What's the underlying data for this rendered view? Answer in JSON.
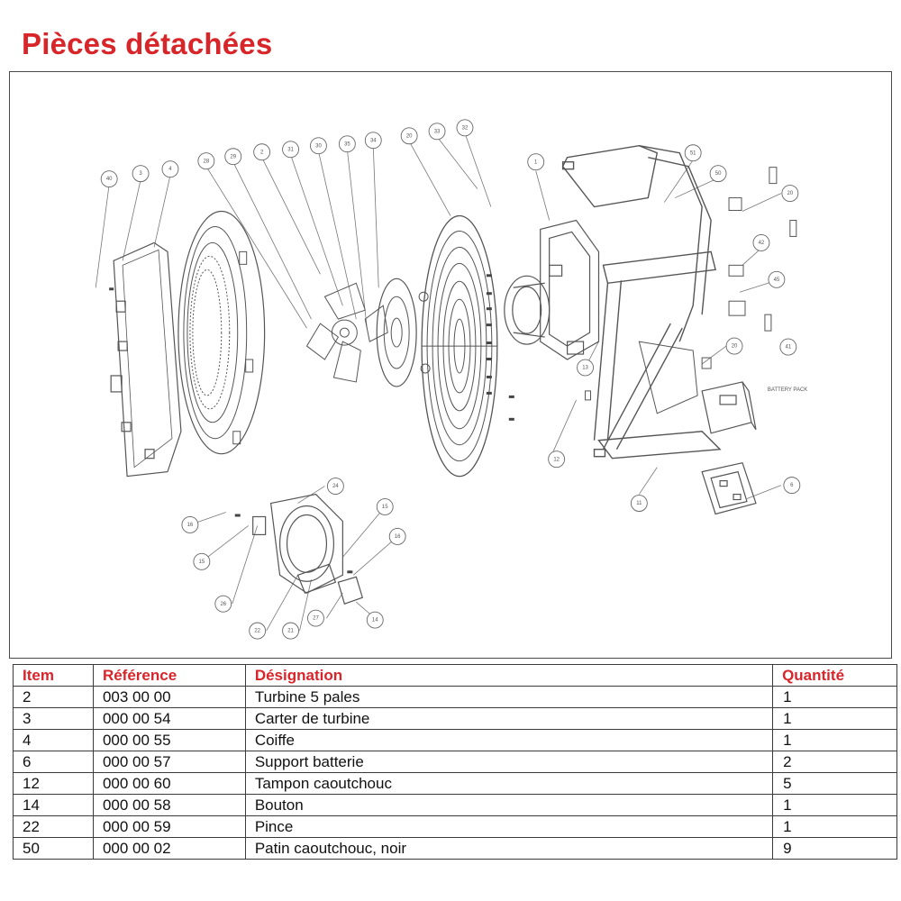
{
  "page": {
    "title": "Pièces détachées"
  },
  "diagram": {
    "callouts": [
      "40",
      "3",
      "4",
      "28",
      "29",
      "2",
      "31",
      "30",
      "35",
      "34",
      "20",
      "33",
      "32",
      "1",
      "51",
      "50",
      "20",
      "42",
      "45",
      "20",
      "41",
      "12",
      "13",
      "11",
      "6",
      "24",
      "15",
      "16",
      "16",
      "15",
      "26",
      "22",
      "21",
      "27",
      "14"
    ],
    "labels": {
      "battery_pack": "BATTERY PACK"
    }
  },
  "table": {
    "headers": {
      "item": "Item",
      "reference": "Référence",
      "designation": "Désignation",
      "quantity": "Quantité"
    },
    "rows": [
      {
        "item": "2",
        "reference": "003 00 00",
        "designation": "Turbine 5 pales",
        "quantity": "1"
      },
      {
        "item": "3",
        "reference": "000 00 54",
        "designation": "Carter de turbine",
        "quantity": "1"
      },
      {
        "item": "4",
        "reference": "000 00 55",
        "designation": "Coiffe",
        "quantity": "1"
      },
      {
        "item": "6",
        "reference": "000 00 57",
        "designation": "Support batterie",
        "quantity": "2"
      },
      {
        "item": "12",
        "reference": "000 00 60",
        "designation": "Tampon caoutchouc",
        "quantity": "5"
      },
      {
        "item": "14",
        "reference": "000 00 58",
        "designation": "Bouton",
        "quantity": "1"
      },
      {
        "item": "22",
        "reference": "000 00 59",
        "designation": "Pince",
        "quantity": "1"
      },
      {
        "item": "50",
        "reference": "000 00 02",
        "designation": "Patin caoutchouc, noir",
        "quantity": "9"
      }
    ]
  }
}
